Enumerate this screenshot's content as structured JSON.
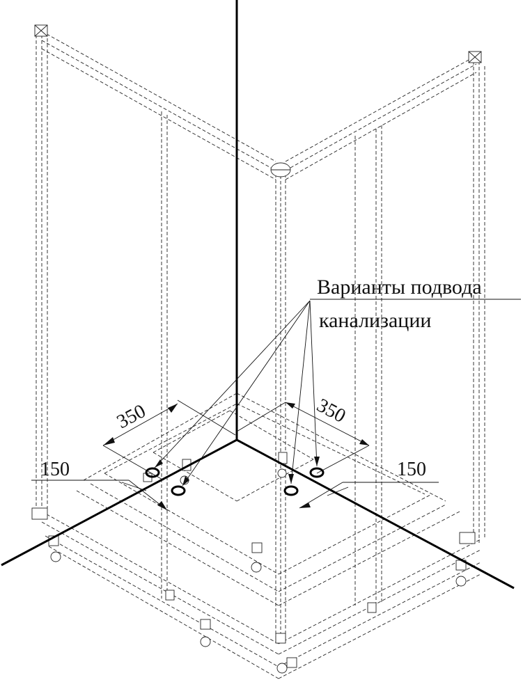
{
  "drawing": {
    "callout_line1": "Варианты подвода",
    "callout_line2": "канализации",
    "dim_left_long": "350",
    "dim_right_long": "350",
    "dim_left_short": "150",
    "dim_right_short": "150"
  }
}
